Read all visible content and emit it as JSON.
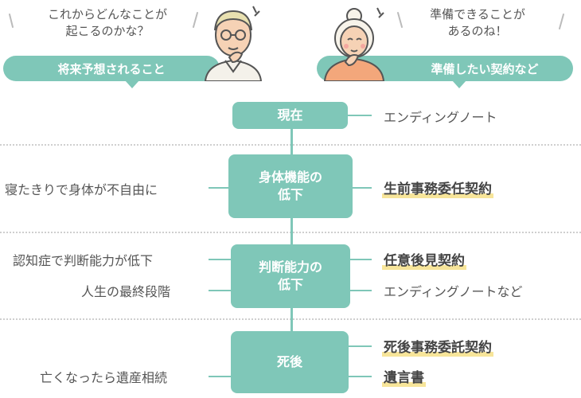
{
  "left_header": {
    "thought_line1": "これからどんなことが",
    "thought_line2": "起こるのかな？",
    "banner": "将来予想されること"
  },
  "right_header": {
    "thought_line1": "準備できることが",
    "thought_line2": "あるのね！",
    "banner": "準備したい契約など"
  },
  "stages": [
    {
      "node_line1": "現在",
      "node_line2": "",
      "left": [],
      "right": [
        {
          "text": "エンディングノート",
          "emphasis": false
        }
      ]
    },
    {
      "node_line1": "身体機能の",
      "node_line2": "低下",
      "left": [
        "寝たきりで身体が不自由に"
      ],
      "right": [
        {
          "text": "生前事務委任契約",
          "emphasis": true
        }
      ]
    },
    {
      "node_line1": "判断能力の",
      "node_line2": "低下",
      "left": [
        "認知症で判断能力が低下",
        "人生の最終段階"
      ],
      "right": [
        {
          "text": "任意後見契約",
          "emphasis": true
        },
        {
          "text": "エンディングノートなど",
          "emphasis": false
        }
      ]
    },
    {
      "node_line1": "死後",
      "node_line2": "",
      "left": [
        "亡くなったら遺産相続"
      ],
      "right": [
        {
          "text": "死後事務委託契約",
          "emphasis": true
        },
        {
          "text": "遺言書",
          "emphasis": true
        }
      ]
    }
  ],
  "colors": {
    "accent": "#7fc7b8",
    "highlight": "#f7e59a"
  },
  "icons": {
    "left_character": "elderly-man-glasses-icon",
    "right_character": "elderly-woman-icon"
  }
}
